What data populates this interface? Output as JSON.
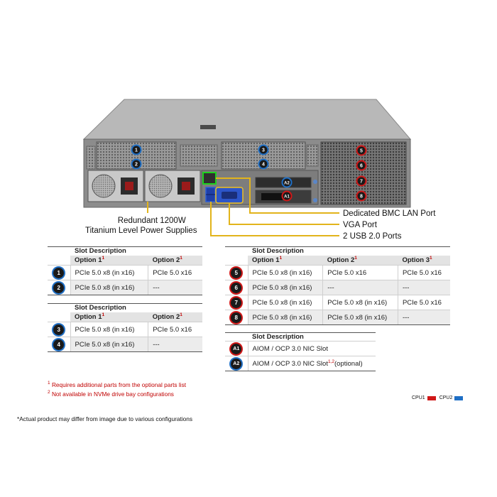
{
  "callouts": {
    "psu": [
      "Redundant  1200W",
      "Titanium Level Power Supplies"
    ],
    "bmc": "Dedicated BMC LAN Port",
    "vga": "VGA Port",
    "usb": "2 USB 2.0 Ports"
  },
  "server_badges": {
    "cpu2_slots": [
      "1",
      "2",
      "3",
      "4",
      "A2"
    ],
    "cpu1_slots": [
      "5",
      "6",
      "7",
      "8",
      "A1"
    ]
  },
  "table1": {
    "title": "Slot Description",
    "headers": [
      "Option 1",
      "Option 2"
    ],
    "rows": [
      {
        "badge": "1",
        "cpu": "blue",
        "cells": [
          "PCIe 5.0 x8 (in x16)",
          "PCIe 5.0 x16"
        ]
      },
      {
        "badge": "2",
        "cpu": "blue",
        "cells": [
          "PCIe 5.0 x8 (in x16)",
          "---"
        ]
      }
    ]
  },
  "table2": {
    "title": "Slot Description",
    "headers": [
      "Option 1",
      "Option 2"
    ],
    "rows": [
      {
        "badge": "3",
        "cpu": "blue",
        "cells": [
          "PCIe 5.0 x8 (in x16)",
          "PCIe 5.0 x16"
        ]
      },
      {
        "badge": "4",
        "cpu": "blue",
        "cells": [
          "PCIe 5.0 x8 (in x16)",
          "---"
        ]
      }
    ]
  },
  "table3": {
    "title": "Slot Description",
    "headers": [
      "Option 1",
      "Option 2",
      "Option 3"
    ],
    "rows": [
      {
        "badge": "5",
        "cpu": "red",
        "cells": [
          "PCIe 5.0 x8 (in x16)",
          "PCIe 5.0 x16",
          "PCIe 5.0 x16"
        ]
      },
      {
        "badge": "6",
        "cpu": "red",
        "cells": [
          "PCIe 5.0 x8 (in x16)",
          "---",
          "---"
        ]
      },
      {
        "badge": "7",
        "cpu": "red",
        "cells": [
          "PCIe 5.0 x8 (in x16)",
          "PCIe 5.0 x8 (in x16)",
          "PCIe 5.0 x16"
        ]
      },
      {
        "badge": "8",
        "cpu": "red",
        "cells": [
          "PCIe 5.0 x8 (in x16)",
          "PCIe 5.0 x8 (in x16)",
          "---"
        ]
      }
    ]
  },
  "table4": {
    "title": "Slot Description",
    "rows": [
      {
        "badge": "A1",
        "cpu": "red",
        "text": "AIOM / OCP 3.0 NIC  Slot",
        "sup": ""
      },
      {
        "badge": "A2",
        "cpu": "blue",
        "text": "AIOM / OCP 3.0 NIC  Slot",
        "sup": "1,2",
        "suffix": "(optional)"
      }
    ]
  },
  "notes": [
    {
      "num": "1",
      "text": "Requires additional parts from the optional parts list"
    },
    {
      "num": "2",
      "text": "Not available in NVMe drive bay configurations"
    }
  ],
  "footnote": "*Actual product may differ from image due to various configurations",
  "legend": [
    {
      "label": "CPU1",
      "color": "#d01818"
    },
    {
      "label": "CPU2",
      "color": "#1f6fc5"
    }
  ]
}
